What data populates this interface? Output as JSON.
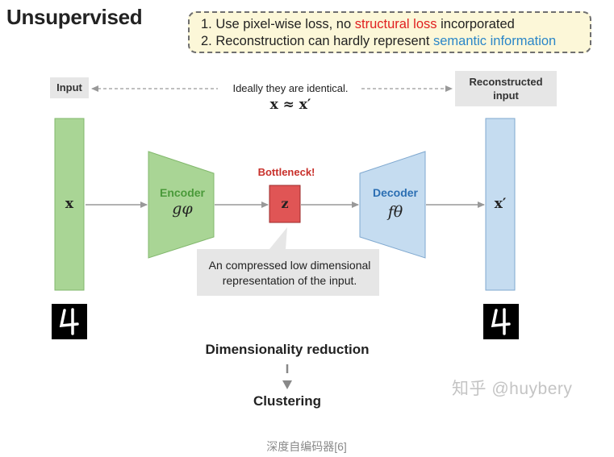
{
  "title": "Unsupervised",
  "notes": {
    "line1": {
      "prefix": "1. Use pixel-wise loss, no ",
      "highlight": "structural loss",
      "suffix": " incorporated",
      "highlight_color": "#e02020"
    },
    "line2": {
      "prefix": "2. Reconstruction can hardly represent ",
      "highlight": "semantic information",
      "highlight_color": "#2a86c8"
    }
  },
  "diagram": {
    "input_label": "Input",
    "reconstructed_label": [
      "Reconstructed",
      "input"
    ],
    "ideal_text": "Ideally they are identical.",
    "ideal_equation": "x ≈ x′",
    "input_var": "x",
    "output_var": "x′",
    "encoder": {
      "label": "Encoder",
      "function": "gφ",
      "color": "#4a9a3a"
    },
    "decoder": {
      "label": "Decoder",
      "function": "fθ",
      "color": "#2c6fb3"
    },
    "bottleneck_label": "Bottleneck!",
    "bottleneck_var": "z",
    "callout": [
      "An compressed low dimensional",
      "representation of the input."
    ],
    "input_digit": "4",
    "output_digit": "4"
  },
  "flow": {
    "step1": "Dimensionality reduction",
    "step2": "Clustering"
  },
  "watermark": "知乎 @huybery",
  "caption": "深度自编码器[6]",
  "colors": {
    "input_bar": "#a9d595",
    "output_bar": "#c5dcf0",
    "encoder_fill": "#a9d595",
    "decoder_fill": "#c5dcf0",
    "bottleneck_fill": "#e05555",
    "notes_bg": "#fcf7d8"
  }
}
